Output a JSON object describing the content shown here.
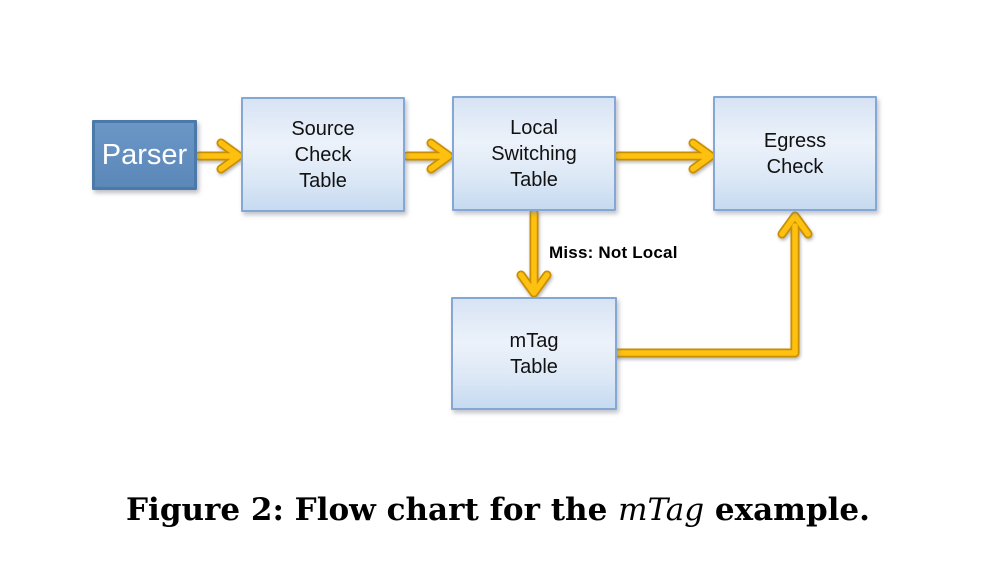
{
  "nodes": {
    "parser": {
      "label": "Parser"
    },
    "source_check": {
      "lines": [
        "Source",
        "Check",
        "Table"
      ]
    },
    "local_switching": {
      "lines": [
        "Local",
        "Switching",
        "Table"
      ]
    },
    "egress_check": {
      "lines": [
        "Egress",
        "Check"
      ]
    },
    "mtag": {
      "lines": [
        "mTag",
        "Table"
      ]
    }
  },
  "edges": {
    "miss_label": "Miss: Not Local"
  },
  "caption": {
    "lead": "Figure 2: Flow chart for the ",
    "emphasis": "mTag",
    "tail": " example."
  },
  "colors": {
    "arrow_gold": "#FFC110",
    "arrow_outline": "#C98F00",
    "node_border": "#84A7D4",
    "parser_border": "#4B79A9",
    "parser_text": "#FFFFFF",
    "label_text": "#111111",
    "bg": "#FFFFFF"
  }
}
